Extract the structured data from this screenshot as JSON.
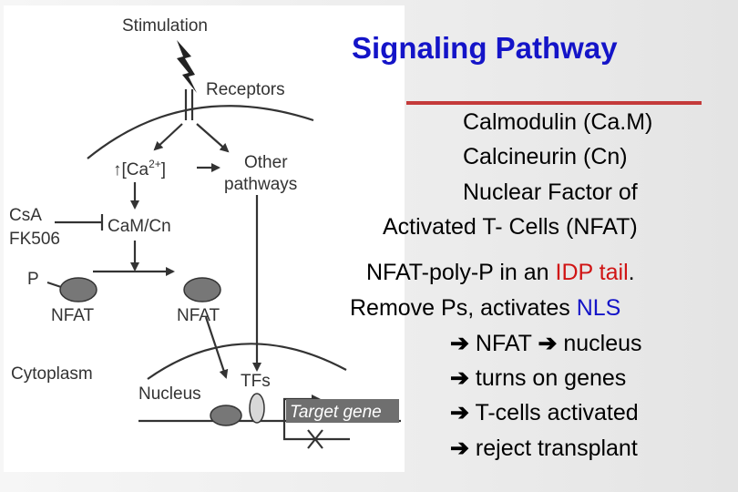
{
  "title": "Signaling Pathway",
  "definitions": [
    "Calmodulin  (Ca.M)",
    "Calcineurin  (Cn)",
    "Nuclear Factor of",
    "Activated T- Cells (NFAT)"
  ],
  "mechanism": {
    "line1_prefix": "NFAT-poly-P in an ",
    "line1_highlight": "IDP tail",
    "line1_suffix": ".",
    "line2_prefix": "Remove Ps, activates ",
    "line2_highlight": "NLS"
  },
  "consequences": [
    "NFAT",
    "nucleus",
    "turns on genes",
    "T-cells activated",
    "reject transplant"
  ],
  "arrow_glyph": "➔",
  "colors": {
    "title": "#1414c8",
    "highlight_red": "#d01414",
    "highlight_blue": "#1414c8",
    "rule": "#c43a3a"
  },
  "diagram": {
    "stimulation": "Stimulation",
    "receptors": "Receptors",
    "calcium_prefix": "↑[Ca",
    "calcium_sup": "2+",
    "calcium_suffix": "]",
    "other_pathways_1": "Other",
    "other_pathways_2": "pathways",
    "csa": "CsA",
    "fk506": "FK506",
    "cam_cn": "CaM/Cn",
    "phosphate": "P",
    "nfat_left": "NFAT",
    "nfat_right": "NFAT",
    "cytoplasm": "Cytoplasm",
    "nucleus": "Nucleus",
    "tfs": "TFs",
    "target_gene": "Target gene"
  }
}
